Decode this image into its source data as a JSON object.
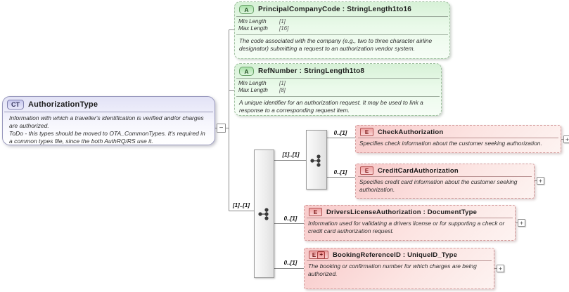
{
  "colors": {
    "attribute_green": "#bfe6bf",
    "element_pink": "#f5b8b8",
    "complex_type_lavender": "#d9d9f3",
    "connector_gray": "#8a8a8a"
  },
  "ui": {
    "collapse_glyph": "−",
    "expand_glyph": "+",
    "plus_badge_glyph": "+"
  },
  "root": {
    "badge": "CT",
    "title": "AuthorizationType",
    "annotation_line1": "Information with which a traveller's identification is verified and/or charges are authorized.",
    "annotation_line2": "ToDo - this types should be moved to OTA_CommonTypes. It's required in a common types file, since the both AuthRQ/RS use it."
  },
  "attributes": [
    {
      "badge": "A",
      "title": "PrincipalCompanyCode : StringLength1to16",
      "facets": [
        {
          "label": "Min Length",
          "value": "[1]"
        },
        {
          "label": "Max Length",
          "value": "[16]"
        }
      ],
      "annotation": "The code associated with the company (e.g., two to three character airline designator) submitting a request to an authorization vendor system."
    },
    {
      "badge": "A",
      "title": "RefNumber : StringLength1to8",
      "facets": [
        {
          "label": "Min Length",
          "value": "[1]"
        },
        {
          "label": "Max Length",
          "value": "[8]"
        }
      ],
      "annotation": "A unique identifier for an authorization request. It may be used to link a response to a corresponding request item."
    }
  ],
  "elements": [
    {
      "badge": "E",
      "title": "CheckAuthorization",
      "annotation": "Specifies check information about the customer seeking authorization.",
      "cardinality": "0..[1]"
    },
    {
      "badge": "E",
      "title": "CreditCardAuthorization",
      "annotation": "Specifies credit card information about the customer seeking authorization.",
      "cardinality": "0..[1]"
    },
    {
      "badge": "E",
      "title": "DriversLicenseAuthorization : DocumentType",
      "annotation": "Information used for validating a drivers license or for supporting a check or credit card authorization request.",
      "cardinality": "0..[1]"
    },
    {
      "badge": "E",
      "title": "BookingReferenceID : UniqueID_Type",
      "annotation": "The booking or confirmation number for which charges are being authorized.",
      "cardinality": "0..[1]"
    }
  ],
  "compositors": {
    "sequence_cardinality": "[1]..[1]",
    "choice_cardinality": "[1]..[1]"
  }
}
